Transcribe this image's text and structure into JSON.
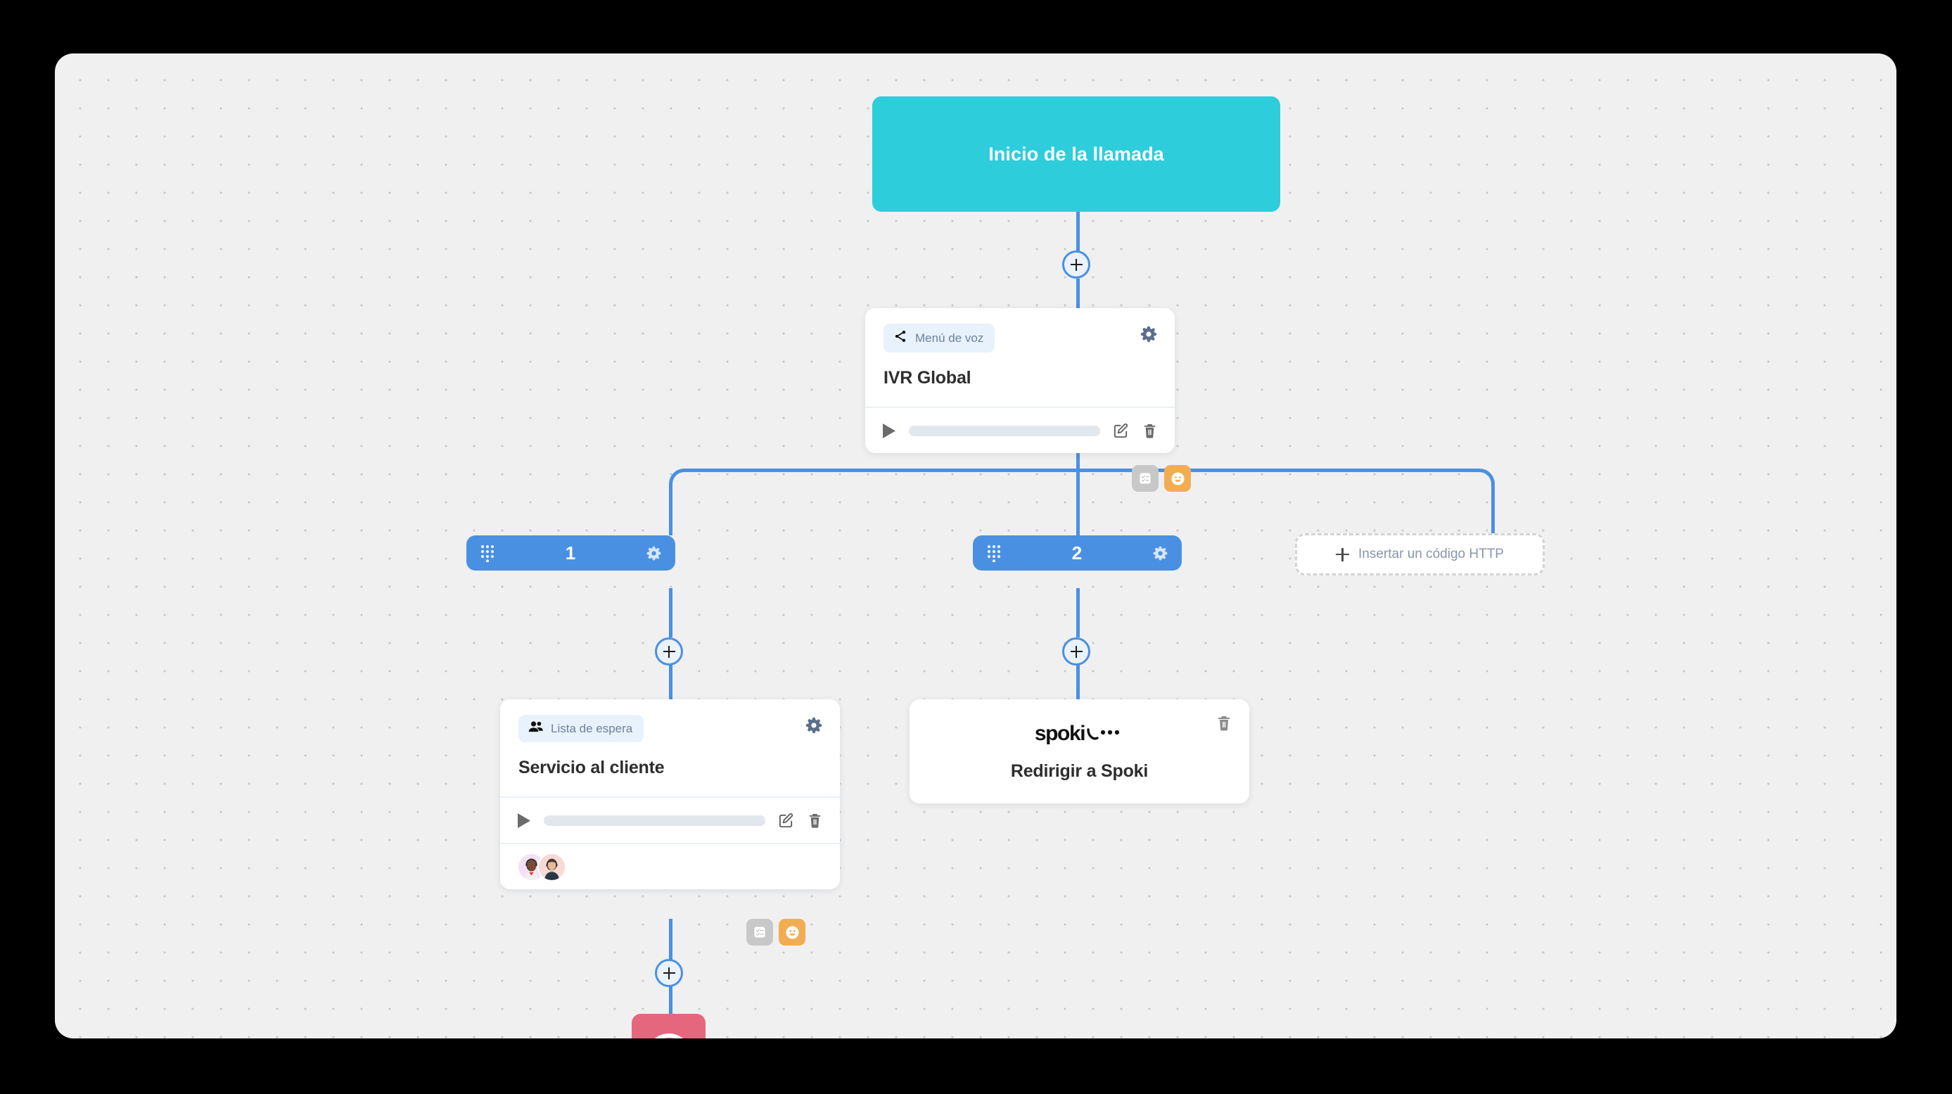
{
  "canvas": {
    "background_color": "#f0f0f0",
    "dot_color": "#c9c9c9"
  },
  "colors": {
    "start_node": "#2ecddb",
    "connector": "#4a90e2",
    "branch_pill": "#4a90e2",
    "hangup": "#e4677e",
    "tag_background": "#e8f2fd",
    "tag_text": "#6e8099",
    "badge_grey": "#c8c8c8",
    "badge_orange": "#f2ad52"
  },
  "start_node": {
    "label": "Inicio de la llamada"
  },
  "ivr_card": {
    "tag_label": "Menú de voz",
    "tag_icon": "share-icon",
    "title": "IVR Global",
    "gear_icon": "gear-icon",
    "play_icon": "play-icon",
    "edit_icon": "edit-icon",
    "delete_icon": "trash-icon",
    "badges": [
      {
        "icon": "checklist-icon",
        "style": "grey"
      },
      {
        "icon": "smiley-icon",
        "style": "orange"
      }
    ]
  },
  "branches": [
    {
      "number": "1",
      "dialpad_icon": "dialpad-icon",
      "gear_icon": "gear-icon"
    },
    {
      "number": "2",
      "dialpad_icon": "dialpad-icon",
      "gear_icon": "gear-icon"
    }
  ],
  "http_button": {
    "label": "Insertar un código HTTP",
    "plus_icon": "plus-icon"
  },
  "queue_card": {
    "tag_label": "Lista de espera",
    "tag_icon": "users-icon",
    "title": "Servicio al cliente",
    "gear_icon": "gear-icon",
    "play_icon": "play-icon",
    "edit_icon": "edit-icon",
    "delete_icon": "trash-icon",
    "avatars": [
      {
        "name": "agent-avatar-1",
        "bg": "#f3e2f5"
      },
      {
        "name": "agent-avatar-2",
        "bg": "#f8d9d6"
      }
    ],
    "badges": [
      {
        "icon": "checklist-icon",
        "style": "grey"
      },
      {
        "icon": "smiley-icon",
        "style": "orange"
      }
    ]
  },
  "spoki_card": {
    "logo_text": "spoki",
    "title": "Redirigir a Spoki",
    "delete_icon": "trash-icon"
  },
  "hangup_node": {
    "icon": "phone-hangup-icon"
  },
  "plus_nodes": [
    {
      "name": "add-node-after-start"
    },
    {
      "name": "add-node-after-branch-1"
    },
    {
      "name": "add-node-after-branch-2"
    },
    {
      "name": "add-node-after-queue"
    }
  ]
}
